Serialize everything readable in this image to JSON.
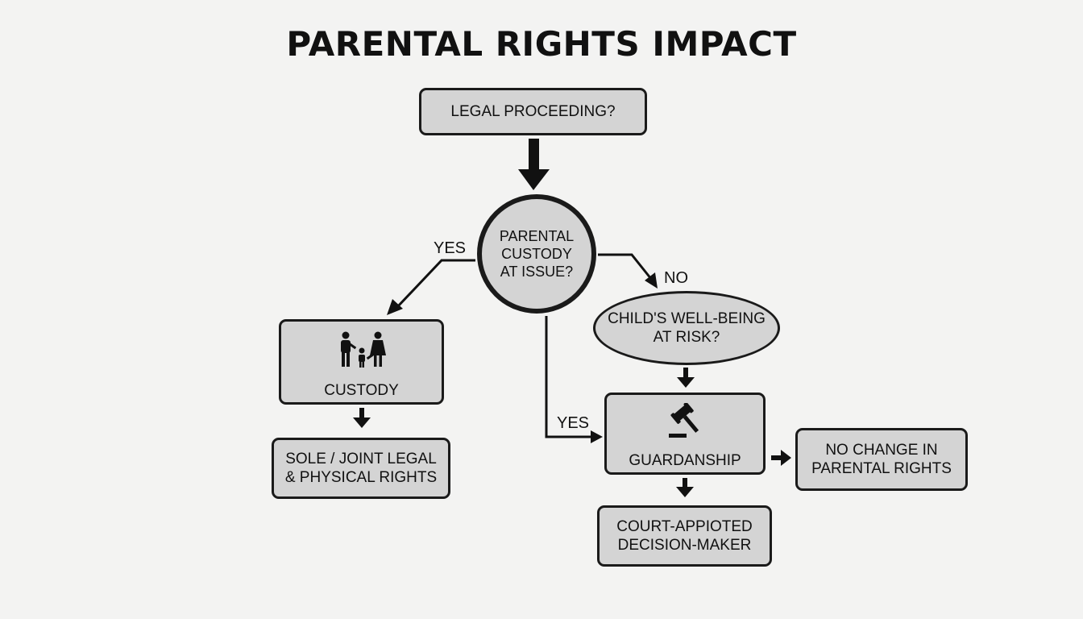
{
  "title": "PARENTAL RIGHTS IMPACT",
  "nodes": {
    "legal_proceeding": "LEGAL PROCEEDING?",
    "custody_at_issue": "PARENTAL\nCUSTODY\nAT ISSUE?",
    "custody": "CUSTODY",
    "sole_joint": "SOLE / JOINT LEGAL\n& PHYSICAL RIGHTS",
    "wellbeing": "CHILD'S WELL-BEING\nAT RISK?",
    "guardianship": "GUARDANSHIP",
    "no_change": "NO CHANGE IN\nPARENTAL RIGHTS",
    "court_appointed": "COURT-APPIOTED\nDECISION-MAKER"
  },
  "edge_labels": {
    "yes_left": "YES",
    "no_right": "NO",
    "yes_lower": "YES"
  },
  "icons": {
    "custody": "family-icon",
    "guardianship": "gavel-icon"
  },
  "colors": {
    "background": "#f3f3f2",
    "node_fill": "#d4d4d4",
    "stroke": "#1a1a1a"
  }
}
